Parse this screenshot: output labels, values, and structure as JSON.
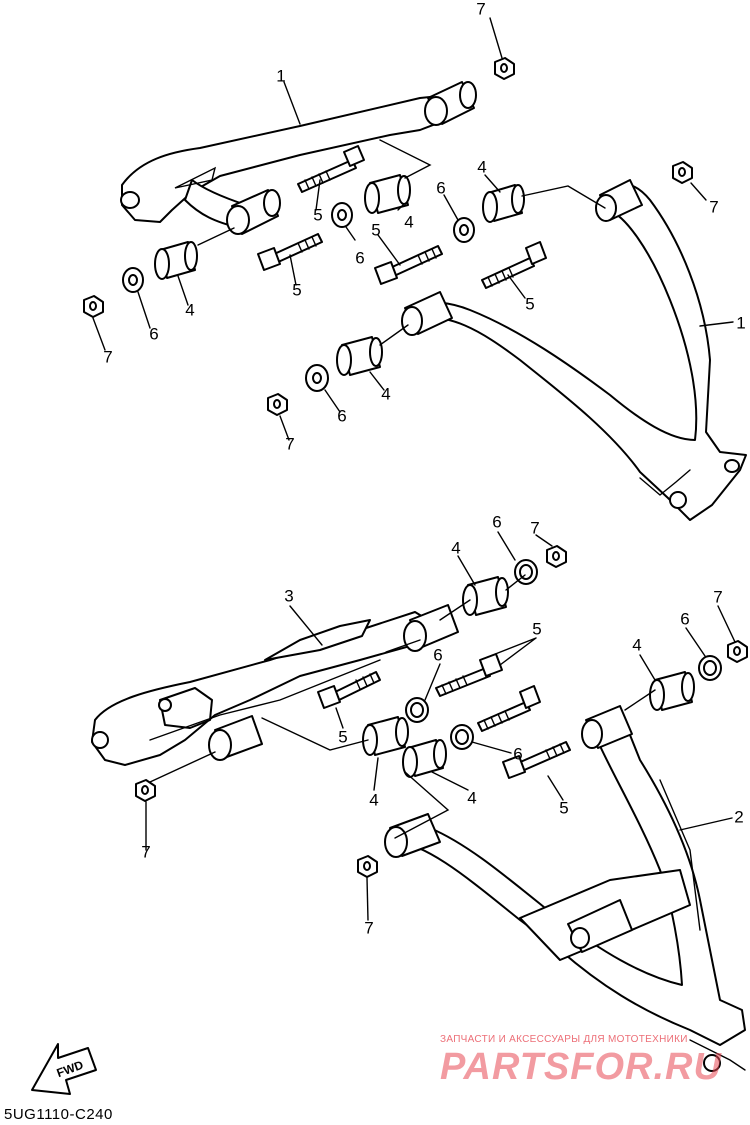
{
  "diagram": {
    "part_code": "5UG1110-C240",
    "fwd_label": "FWD",
    "watermark_top": "ЗАПЧАСТИ И АКСЕССУАРЫ ДЛЯ МОТОТЕХНИКИ",
    "watermark_brand": "PARTSFOR.RU",
    "callouts": [
      {
        "id": "c1",
        "text": "7"
      },
      {
        "id": "c2",
        "text": "1"
      },
      {
        "id": "c3",
        "text": "4"
      },
      {
        "id": "c4",
        "text": "6"
      },
      {
        "id": "c5",
        "text": "4"
      },
      {
        "id": "c6",
        "text": "7"
      },
      {
        "id": "c7",
        "text": "5"
      },
      {
        "id": "c8",
        "text": "6"
      },
      {
        "id": "c9",
        "text": "5"
      },
      {
        "id": "c10",
        "text": "5"
      },
      {
        "id": "c11",
        "text": "5"
      },
      {
        "id": "c12",
        "text": "4"
      },
      {
        "id": "c13",
        "text": "6"
      },
      {
        "id": "c14",
        "text": "7"
      },
      {
        "id": "c15",
        "text": "1"
      },
      {
        "id": "c16",
        "text": "4"
      },
      {
        "id": "c17",
        "text": "6"
      },
      {
        "id": "c18",
        "text": "7"
      },
      {
        "id": "c19",
        "text": "7"
      },
      {
        "id": "c20",
        "text": "6"
      },
      {
        "id": "c21",
        "text": "4"
      },
      {
        "id": "c22",
        "text": "3"
      },
      {
        "id": "c23",
        "text": "5"
      },
      {
        "id": "c24",
        "text": "6"
      },
      {
        "id": "c25",
        "text": "7"
      },
      {
        "id": "c26",
        "text": "6"
      },
      {
        "id": "c27",
        "text": "4"
      },
      {
        "id": "c28",
        "text": "5"
      },
      {
        "id": "c29",
        "text": "6"
      },
      {
        "id": "c30",
        "text": "4"
      },
      {
        "id": "c31",
        "text": "4"
      },
      {
        "id": "c32",
        "text": "7"
      },
      {
        "id": "c33",
        "text": "5"
      },
      {
        "id": "c34",
        "text": "2"
      },
      {
        "id": "c35",
        "text": "7"
      }
    ]
  }
}
